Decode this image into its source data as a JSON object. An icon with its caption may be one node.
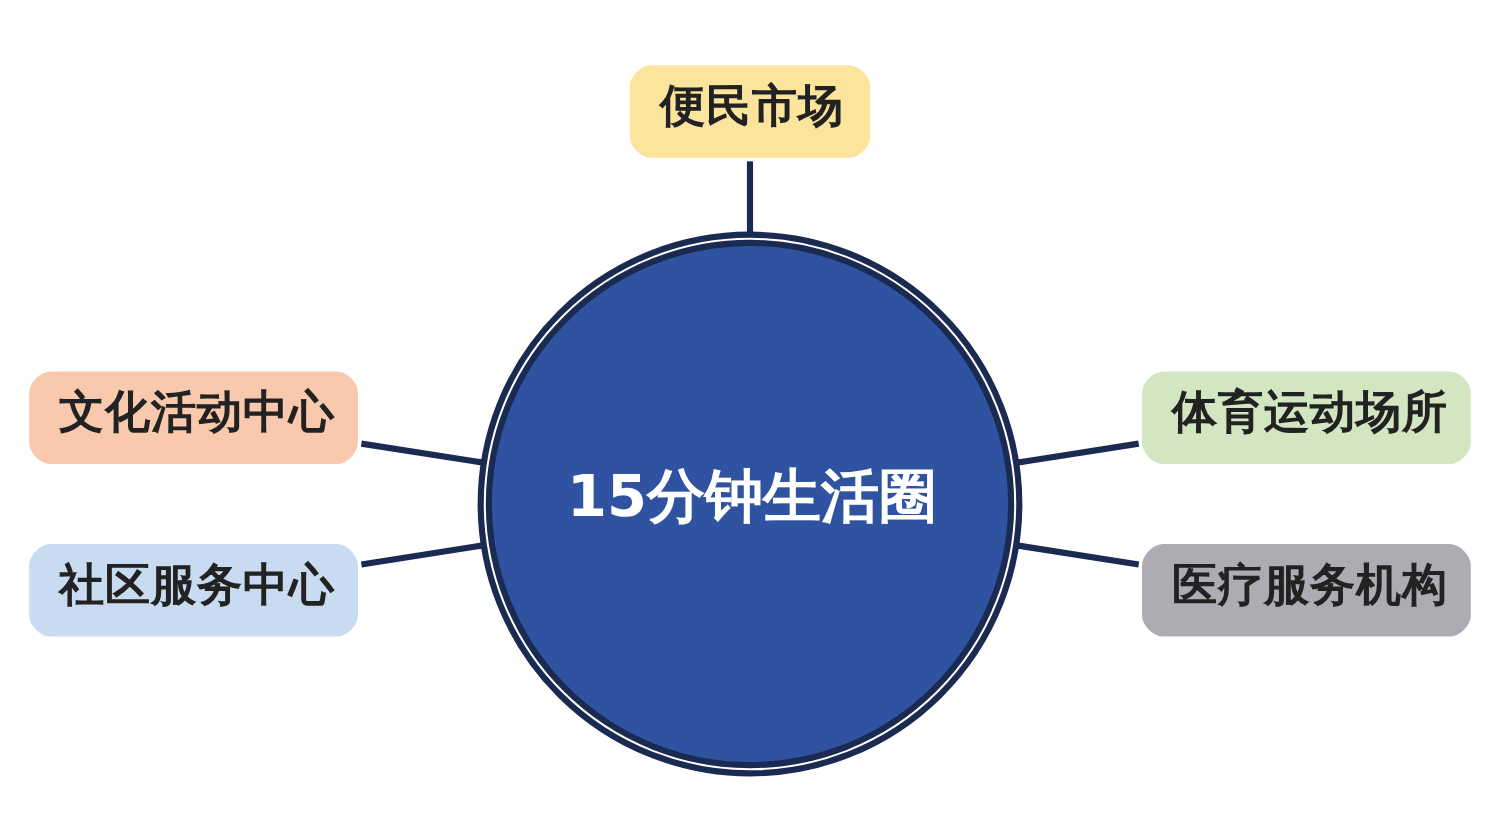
{
  "diagram": {
    "nodes": [
      {
        "text": [
          "便民市场"
        ]
      },
      {
        "text": [
          "文化活动中心"
        ]
      },
      {
        "text": [
          "体育运动场所"
        ]
      },
      {
        "text": [
          "15分钟生活圈"
        ]
      },
      {
        "text": [
          "社区服务中心"
        ]
      },
      {
        "text": [
          "医疗服务机构"
        ]
      }
    ],
    "edges": [
      {
        "from": 0,
        "to": 3,
        "arrow": "none"
      },
      {
        "from": 1,
        "to": 3,
        "arrow": "none"
      },
      {
        "from": 3,
        "to": 2,
        "arrow": "none"
      },
      {
        "from": 4,
        "to": 3,
        "arrow": "none"
      },
      {
        "from": 3,
        "to": 5,
        "arrow": "none"
      }
    ]
  }
}
